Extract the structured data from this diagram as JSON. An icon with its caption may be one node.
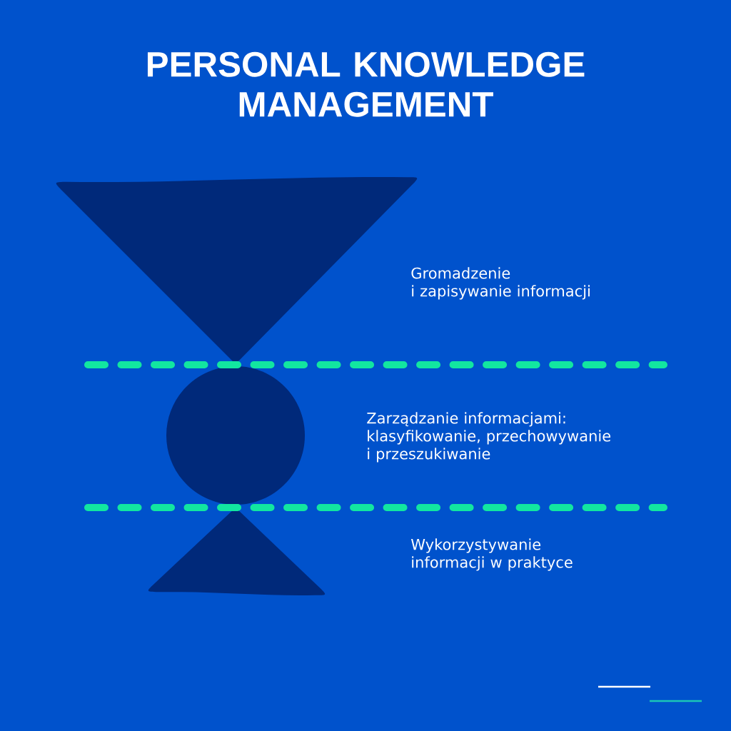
{
  "diagram": {
    "title": "PERSONAL KNOWLEDGE MANAGEMENT",
    "nodes": [
      {
        "text": [],
        "shape": "triangle"
      },
      {
        "text": [],
        "shape": "circle"
      },
      {
        "text": [],
        "shape": "triangle"
      }
    ],
    "labels": [
      "Gromadzenie i zapisywanie informacji",
      "Zarządzanie informacjami: klasyfikowanie, przechowywanie i przeszukiwanie",
      "Wykorzystywanie informacji w praktyce"
    ]
  }
}
